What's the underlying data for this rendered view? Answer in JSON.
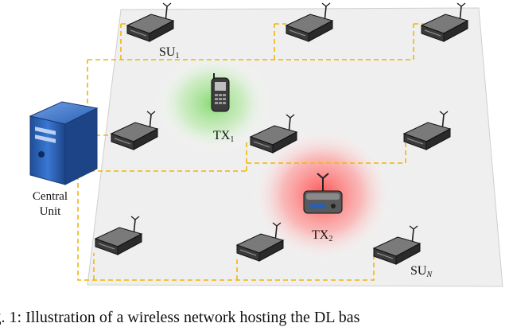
{
  "labels": {
    "su1_base": "SU",
    "su1_sub": "1",
    "tx1_base": "TX",
    "tx1_sub": "1",
    "tx2_base": "TX",
    "tx2_sub": "2",
    "sun_base": "SU",
    "sun_sub": "N",
    "central_line1": "Central",
    "central_line2": "Unit"
  },
  "caption": "ig. 1: Illustration of a wireless network hosting the DL bas",
  "colors": {
    "plane": "#efefef",
    "link": "#f2b600",
    "tx1_glow": "#8fdc7a",
    "tx2_glow": "#ff6b6b",
    "device": "#3a3a3a",
    "server": "#2f64b8"
  },
  "icons": {
    "sensor": "wireless-router-icon",
    "tx1": "mobile-phone-icon",
    "tx2": "radio-transmitter-icon",
    "central": "server-tower-icon"
  }
}
